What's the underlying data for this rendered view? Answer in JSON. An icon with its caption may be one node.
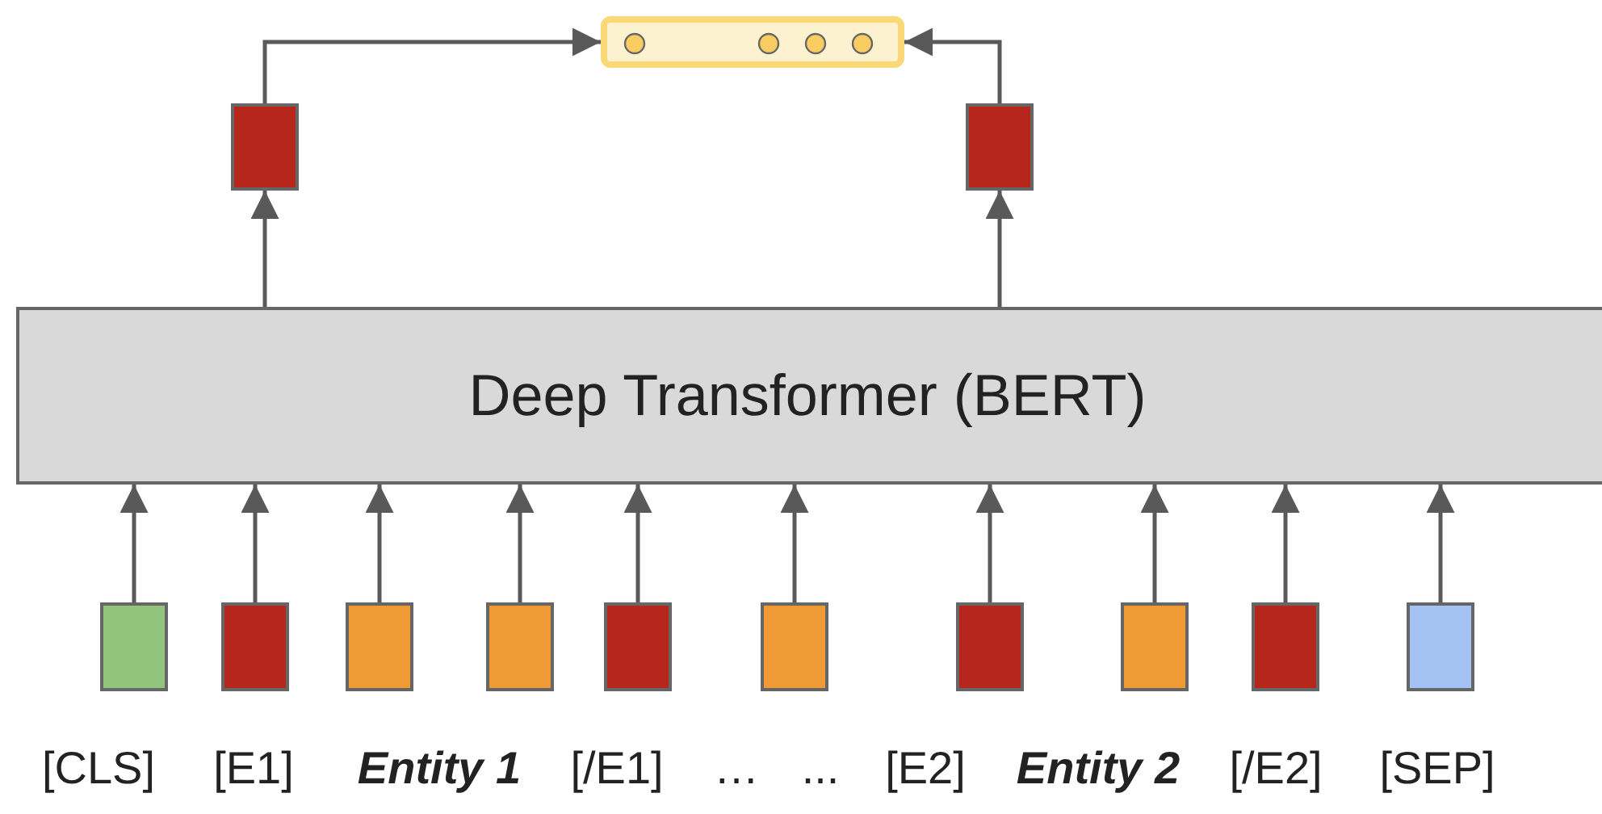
{
  "diagram": {
    "nodes": [
      {
        "text": [],
        "shape": "bar"
      },
      {
        "text": [],
        "shape": "box"
      },
      {
        "text": [],
        "shape": "box"
      },
      {
        "text": [
          "Deep Transformer (BERT)"
        ]
      },
      {
        "text": [],
        "shape": "box"
      },
      {
        "text": [],
        "shape": "box"
      },
      {
        "text": [],
        "shape": "box"
      },
      {
        "text": [],
        "shape": "box"
      },
      {
        "text": [],
        "shape": "box"
      },
      {
        "text": [],
        "shape": "box"
      },
      {
        "text": [],
        "shape": "box"
      },
      {
        "text": [],
        "shape": "box"
      },
      {
        "text": [],
        "shape": "box"
      },
      {
        "text": [],
        "shape": "box"
      }
    ],
    "edges": [
      {
        "from": 4,
        "to": 3,
        "arrow": "to"
      },
      {
        "from": 5,
        "to": 3,
        "arrow": "to"
      },
      {
        "from": 6,
        "to": 3,
        "arrow": "to"
      },
      {
        "from": 7,
        "to": 3,
        "arrow": "to"
      },
      {
        "from": 8,
        "to": 3,
        "arrow": "to"
      },
      {
        "from": 9,
        "to": 3,
        "arrow": "to"
      },
      {
        "from": 10,
        "to": 3,
        "arrow": "to"
      },
      {
        "from": 11,
        "to": 3,
        "arrow": "to"
      },
      {
        "from": 12,
        "to": 3,
        "arrow": "to"
      },
      {
        "from": 13,
        "to": 3,
        "arrow": "to"
      },
      {
        "from": 3,
        "to": 1,
        "arrow": "to"
      },
      {
        "from": 3,
        "to": 2,
        "arrow": "to"
      },
      {
        "from": 1,
        "to": 0,
        "arrow": "to"
      },
      {
        "from": 2,
        "to": 0,
        "arrow": "to"
      }
    ],
    "labels": [
      "[CLS]",
      "[E1]",
      "Entity 1",
      "[/E1]",
      "…",
      "...",
      "[E2]",
      "Entity 2",
      "[/E2]",
      "[SEP]"
    ]
  }
}
